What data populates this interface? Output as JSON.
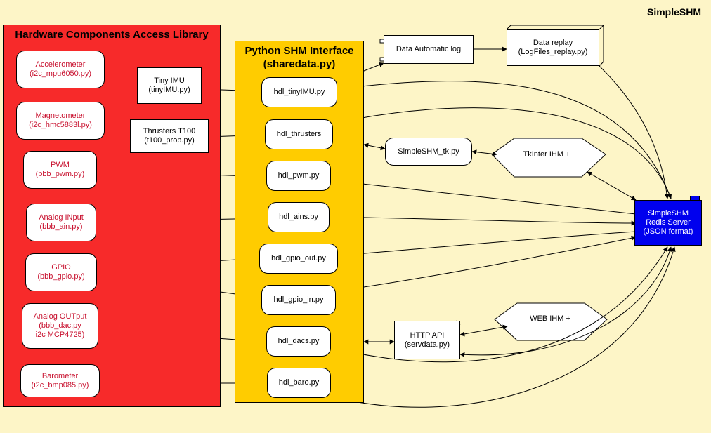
{
  "title": "SimpleSHM",
  "hardware_group": {
    "title": "Hardware Components Access Library",
    "items": [
      {
        "name": "Accelerometer",
        "file": "(i2c_mpu6050.py)"
      },
      {
        "name": "Magnetometer",
        "file": "(i2c_hmc5883l.py)"
      },
      {
        "name": "PWM",
        "file": "(bbb_pwm.py)"
      },
      {
        "name": "Analog INput",
        "file": "(bbb_ain.py)"
      },
      {
        "name": "GPIO",
        "file": "(bbb_gpio.py)"
      },
      {
        "name": "Analog OUTput",
        "file": "(bbb_dac.py",
        "file2": "i2c MCP4725)"
      },
      {
        "name": "Barometer",
        "file": "(i2c_bmp085.py)"
      }
    ],
    "tiny_imu": {
      "name": "Tiny IMU",
      "file": "(tinyIMU.py)"
    },
    "thrusters": {
      "name": "Thrusters T100",
      "file": "(t100_prop.py)"
    }
  },
  "python_group": {
    "title": "Python SHM Interface",
    "subtitle": "(sharedata.py)",
    "items": [
      "hdl_tinyIMU.py",
      "hdl_thrusters",
      "hdl_pwm.py",
      "hdl_ains.py",
      "hdl_gpio_out.py",
      "hdl_gpio_in.py",
      "hdl_dacs.py",
      "hdl_baro.py"
    ]
  },
  "data_log": "Data Automatic log",
  "data_replay": {
    "name": "Data replay",
    "file": "(LogFiles_replay.py)"
  },
  "simpleshm_tk": "SimpleSHM_tk.py",
  "tkinter_ihm": "TkInter IHM +",
  "http_api": {
    "name": "HTTP API",
    "file": "(servdata.py)"
  },
  "web_ihm": "WEB IHM +",
  "redis": {
    "line1": "SimpleSHM",
    "line2": "Redis Server",
    "line3": "(JSON format)"
  },
  "colors": {
    "background": "#fdf5c7",
    "hardware_group": "#f72a2a",
    "python_group": "#ffcc00",
    "hardware_text": "#c8102e",
    "redis": "#0000ee"
  }
}
